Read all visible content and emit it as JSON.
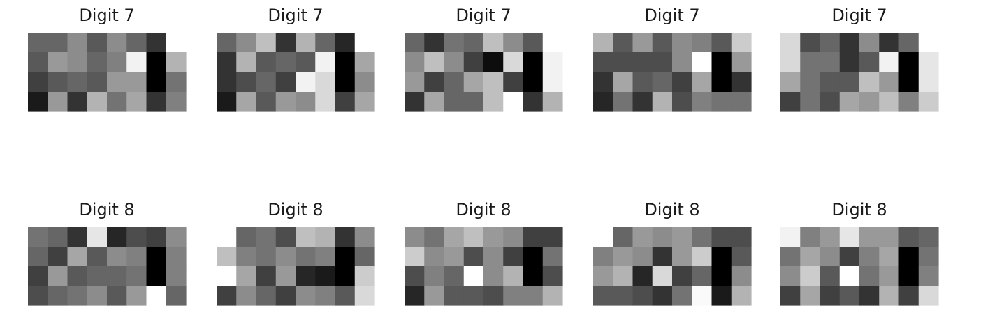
{
  "chart_data": {
    "type": "heatmap",
    "colormap": "gray",
    "panels": [
      {
        "title": "Digit 7",
        "values": [
          [
            0.4,
            0.4,
            0.55,
            0.35,
            0.55,
            0.4,
            0.2,
            1.0
          ],
          [
            0.35,
            0.6,
            0.55,
            0.4,
            0.5,
            0.95,
            0.0,
            0.7
          ],
          [
            0.25,
            0.35,
            0.4,
            0.35,
            0.6,
            0.6,
            0.0,
            0.45
          ],
          [
            0.1,
            0.6,
            0.2,
            0.7,
            0.45,
            0.65,
            0.2,
            0.5
          ]
        ]
      },
      {
        "title": "Digit 7",
        "values": [
          [
            0.4,
            0.55,
            0.75,
            0.2,
            0.7,
            0.4,
            0.15,
            1.0
          ],
          [
            0.2,
            0.7,
            0.35,
            0.4,
            0.35,
            0.95,
            0.0,
            0.65
          ],
          [
            0.2,
            0.3,
            0.4,
            0.25,
            0.95,
            0.85,
            0.0,
            0.55
          ],
          [
            0.1,
            0.65,
            0.35,
            0.6,
            0.55,
            0.85,
            0.25,
            0.65
          ]
        ]
      },
      {
        "title": "Digit 7",
        "values": [
          [
            0.4,
            0.2,
            0.45,
            0.4,
            0.75,
            0.55,
            0.35,
            1.0
          ],
          [
            0.55,
            0.75,
            0.55,
            0.25,
            0.05,
            0.85,
            0.0,
            0.95
          ],
          [
            0.6,
            0.25,
            0.4,
            0.65,
            0.75,
            0.25,
            0.0,
            0.95
          ],
          [
            0.2,
            0.65,
            0.4,
            0.4,
            0.75,
            1.0,
            0.2,
            0.7
          ]
        ]
      },
      {
        "title": "Digit 7",
        "values": [
          [
            0.7,
            0.35,
            0.6,
            0.35,
            0.55,
            0.5,
            0.35,
            0.8
          ],
          [
            0.3,
            0.3,
            0.3,
            0.3,
            0.55,
            1.0,
            0.0,
            0.6
          ],
          [
            0.2,
            0.65,
            0.35,
            0.4,
            0.25,
            0.65,
            0.0,
            0.2
          ],
          [
            0.15,
            0.45,
            0.2,
            0.7,
            0.3,
            0.5,
            0.45,
            0.45
          ]
        ]
      },
      {
        "title": "Digit 7",
        "values": [
          [
            0.85,
            0.3,
            0.4,
            0.2,
            0.55,
            0.2,
            0.4,
            1.0
          ],
          [
            0.85,
            0.45,
            0.45,
            0.2,
            0.35,
            0.95,
            0.0,
            0.9
          ],
          [
            0.65,
            0.45,
            0.35,
            0.35,
            0.75,
            0.6,
            0.0,
            0.9
          ],
          [
            0.25,
            0.45,
            0.3,
            0.65,
            0.6,
            0.75,
            0.5,
            0.8
          ]
        ]
      },
      {
        "title": "Digit 8",
        "values": [
          [
            0.45,
            0.4,
            0.2,
            0.9,
            0.15,
            0.3,
            0.25,
            0.55
          ],
          [
            0.4,
            0.25,
            0.65,
            0.35,
            0.55,
            0.5,
            0.0,
            0.5
          ],
          [
            0.25,
            0.6,
            0.35,
            0.4,
            0.4,
            0.45,
            0.0,
            0.5
          ],
          [
            0.3,
            0.4,
            0.45,
            0.55,
            0.35,
            0.6,
            1.0,
            0.4
          ]
        ]
      },
      {
        "title": "Digit 8",
        "values": [
          [
            1.0,
            0.4,
            0.45,
            0.3,
            0.75,
            0.7,
            0.2,
            0.55
          ],
          [
            0.75,
            0.5,
            0.45,
            0.55,
            0.45,
            0.5,
            0.0,
            0.4
          ],
          [
            1.0,
            0.65,
            0.25,
            0.6,
            0.15,
            0.1,
            0.0,
            0.8
          ],
          [
            0.25,
            0.55,
            0.4,
            0.25,
            0.55,
            0.5,
            0.35,
            0.85
          ]
        ]
      },
      {
        "title": "Digit 8",
        "values": [
          [
            0.55,
            0.45,
            0.65,
            0.75,
            0.6,
            0.55,
            0.25,
            0.25
          ],
          [
            0.8,
            0.55,
            0.6,
            0.3,
            0.55,
            0.25,
            0.0,
            0.45
          ],
          [
            0.3,
            0.5,
            0.4,
            1.0,
            0.55,
            0.7,
            0.0,
            0.3
          ],
          [
            0.15,
            0.6,
            0.35,
            0.35,
            0.3,
            0.5,
            0.5,
            0.7
          ]
        ]
      },
      {
        "title": "Digit 8",
        "values": [
          [
            1.0,
            0.4,
            0.6,
            0.55,
            0.6,
            0.45,
            0.3,
            0.3
          ],
          [
            0.5,
            0.6,
            0.55,
            0.2,
            0.6,
            0.8,
            0.0,
            0.35
          ],
          [
            0.6,
            0.7,
            0.15,
            0.85,
            0.25,
            0.4,
            0.0,
            0.55
          ],
          [
            0.35,
            0.35,
            0.3,
            0.2,
            0.45,
            0.98,
            0.1,
            0.7
          ]
        ]
      },
      {
        "title": "Digit 8",
        "values": [
          [
            0.95,
            0.5,
            0.6,
            0.9,
            0.6,
            0.6,
            0.35,
            0.4
          ],
          [
            0.45,
            0.65,
            0.55,
            0.25,
            0.5,
            0.65,
            0.0,
            0.45
          ],
          [
            0.55,
            0.8,
            0.35,
            1.0,
            0.45,
            0.6,
            0.0,
            0.5
          ],
          [
            0.25,
            0.65,
            0.25,
            0.35,
            0.2,
            0.7,
            0.25,
            0.85
          ]
        ]
      }
    ]
  }
}
